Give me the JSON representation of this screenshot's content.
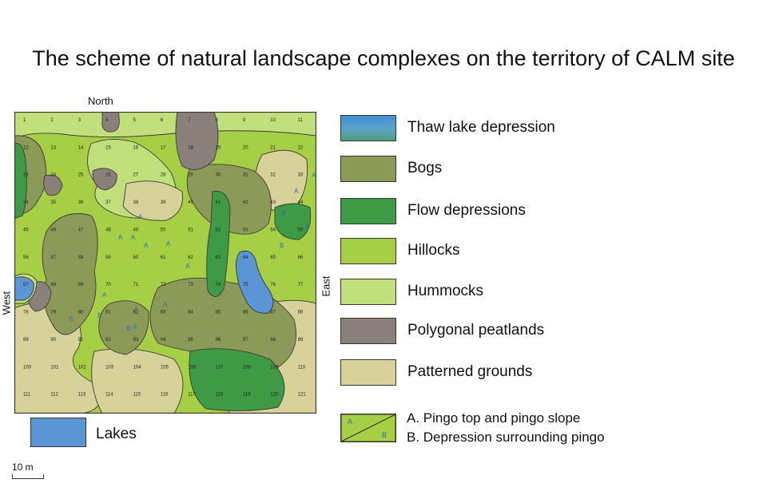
{
  "title": "The scheme of natural landscape complexes on the territory of CALM site",
  "directions": {
    "north": "North",
    "west": "West",
    "east": "East"
  },
  "colors": {
    "thaw_lake": "#5b9dcf",
    "bogs": "#8c9a58",
    "flow": "#3e9a45",
    "hillocks": "#a6cf45",
    "hummocks": "#c1df7a",
    "polygonal": "#888079",
    "patterned": "#d7d29a",
    "lakes": "#5b95d6"
  },
  "legend": [
    {
      "key": "thaw_lake",
      "label": "Thaw lake depression",
      "icon": "gradient-swatch"
    },
    {
      "key": "bogs",
      "label": "Bogs",
      "icon": "swatch"
    },
    {
      "key": "flow",
      "label": "Flow depressions",
      "icon": "swatch"
    },
    {
      "key": "hillocks",
      "label": "Hillocks",
      "icon": "swatch"
    },
    {
      "key": "hummocks",
      "label": "Hummocks",
      "icon": "swatch"
    },
    {
      "key": "polygonal",
      "label": "Polygonal peatlands",
      "icon": "swatch"
    },
    {
      "key": "patterned",
      "label": "Patterned grounds",
      "icon": "swatch"
    }
  ],
  "lakes_label": "Lakes",
  "pingo": {
    "line_a": "A. Pingo top and pingo slope",
    "line_b": "B. Depression surrounding pingo",
    "mark_a": "A",
    "mark_b": "B"
  },
  "scale_label": "10 m",
  "grid": {
    "rows": 11,
    "cols": 11,
    "first": 1,
    "last": 121
  }
}
